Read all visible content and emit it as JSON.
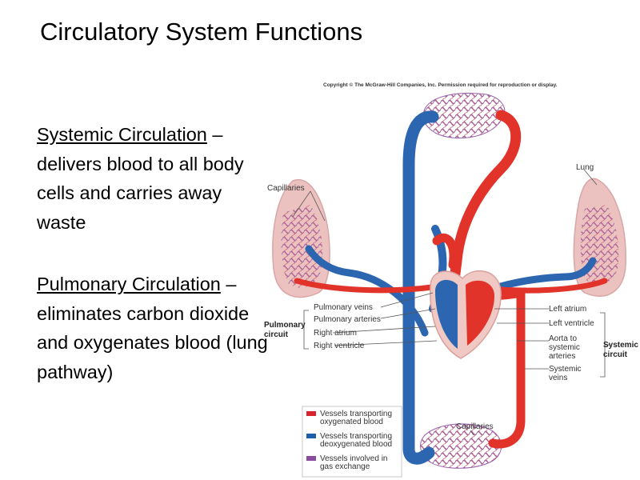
{
  "title": "Circulatory System Functions",
  "bullets": [
    {
      "term": "Systemic Circulation",
      "desc": " – delivers blood to all body cells and carries away waste"
    },
    {
      "term": "Pulmonary Circulation",
      "desc": " – eliminates carbon dioxide and oxygenates blood (lung pathway)"
    }
  ],
  "diagram": {
    "copyright": "Copyright © The McGraw-Hill Companies, Inc. Permission required for reproduction or display.",
    "labels": {
      "lung": "Lung",
      "capillaries_top": "Capillaries",
      "capillaries_bottom": "Capillaries",
      "pulmonary_veins": "Pulmonary veins",
      "pulmonary_arteries": "Pulmonary arteries",
      "right_atrium": "Right atrium",
      "right_ventricle": "Right ventricle",
      "pulmonary_circuit_1": "Pulmonary",
      "pulmonary_circuit_2": "circuit",
      "left_atrium": "Left atrium",
      "left_ventricle": "Left ventricle",
      "aorta_1": "Aorta to",
      "aorta_2": "systemic",
      "aorta_3": "arteries",
      "systemic_veins_1": "Systemic",
      "systemic_veins_2": "veins",
      "systemic_circuit_1": "Systemic",
      "systemic_circuit_2": "circuit"
    },
    "legend": [
      {
        "line1": "Vessels transporting",
        "line2": "oxygenated blood",
        "color": "#d8242c"
      },
      {
        "line1": "Vessels transporting",
        "line2": "deoxygenated blood",
        "color": "#1e5fa8"
      },
      {
        "line1": "Vessels involved in",
        "line2": "gas exchange",
        "color": "#8a4c9c"
      }
    ],
    "colors": {
      "oxygenated": "#e2332b",
      "deoxygenated": "#2c66b0",
      "gas_exchange": "#9b62ad",
      "lung_tissue": "#ecc2c0",
      "heart_tissue": "#f1c9c4"
    }
  }
}
